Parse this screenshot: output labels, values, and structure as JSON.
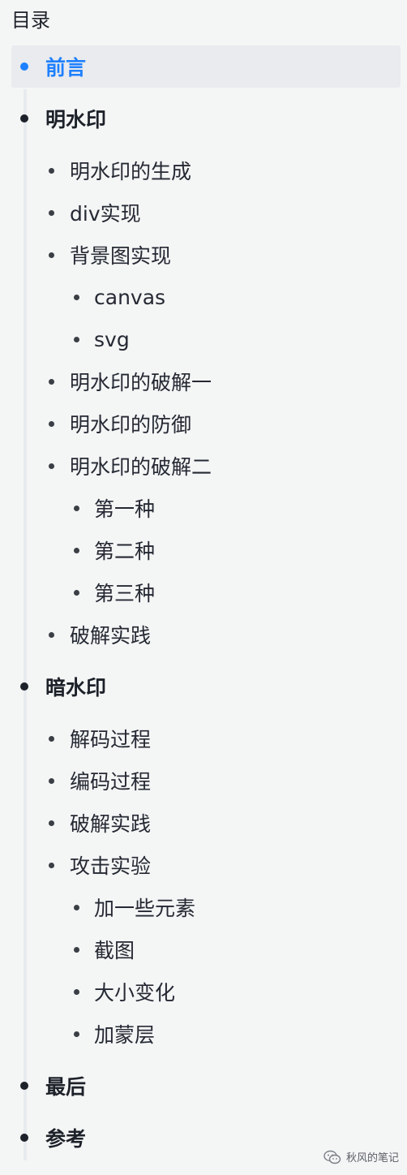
{
  "toc": {
    "title": "目录",
    "items": [
      {
        "label": "前言",
        "level": 1,
        "active": true
      },
      {
        "label": "明水印",
        "level": 1
      },
      {
        "label": "明水印的生成",
        "level": 2
      },
      {
        "label": "div实现",
        "level": 2
      },
      {
        "label": "背景图实现",
        "level": 2
      },
      {
        "label": "canvas",
        "level": 3
      },
      {
        "label": "svg",
        "level": 3
      },
      {
        "label": "明水印的破解一",
        "level": 2
      },
      {
        "label": "明水印的防御",
        "level": 2
      },
      {
        "label": "明水印的破解二",
        "level": 2
      },
      {
        "label": "第一种",
        "level": 3
      },
      {
        "label": "第二种",
        "level": 3
      },
      {
        "label": "第三种",
        "level": 3
      },
      {
        "label": "破解实践",
        "level": 2
      },
      {
        "label": "暗水印",
        "level": 1
      },
      {
        "label": "解码过程",
        "level": 2
      },
      {
        "label": "编码过程",
        "level": 2
      },
      {
        "label": "破解实践",
        "level": 2
      },
      {
        "label": "攻击实验",
        "level": 2
      },
      {
        "label": "加一些元素",
        "level": 3
      },
      {
        "label": "截图",
        "level": 3
      },
      {
        "label": "大小变化",
        "level": 3
      },
      {
        "label": "加蒙层",
        "level": 3
      },
      {
        "label": "最后",
        "level": 1
      },
      {
        "label": "参考",
        "level": 1
      }
    ]
  },
  "watermark": {
    "text": "秋风的笔记",
    "icon": "wechat-icon"
  },
  "colors": {
    "background": "#f4f5f5",
    "active": "#1e80ff",
    "text": "#1d2129"
  }
}
